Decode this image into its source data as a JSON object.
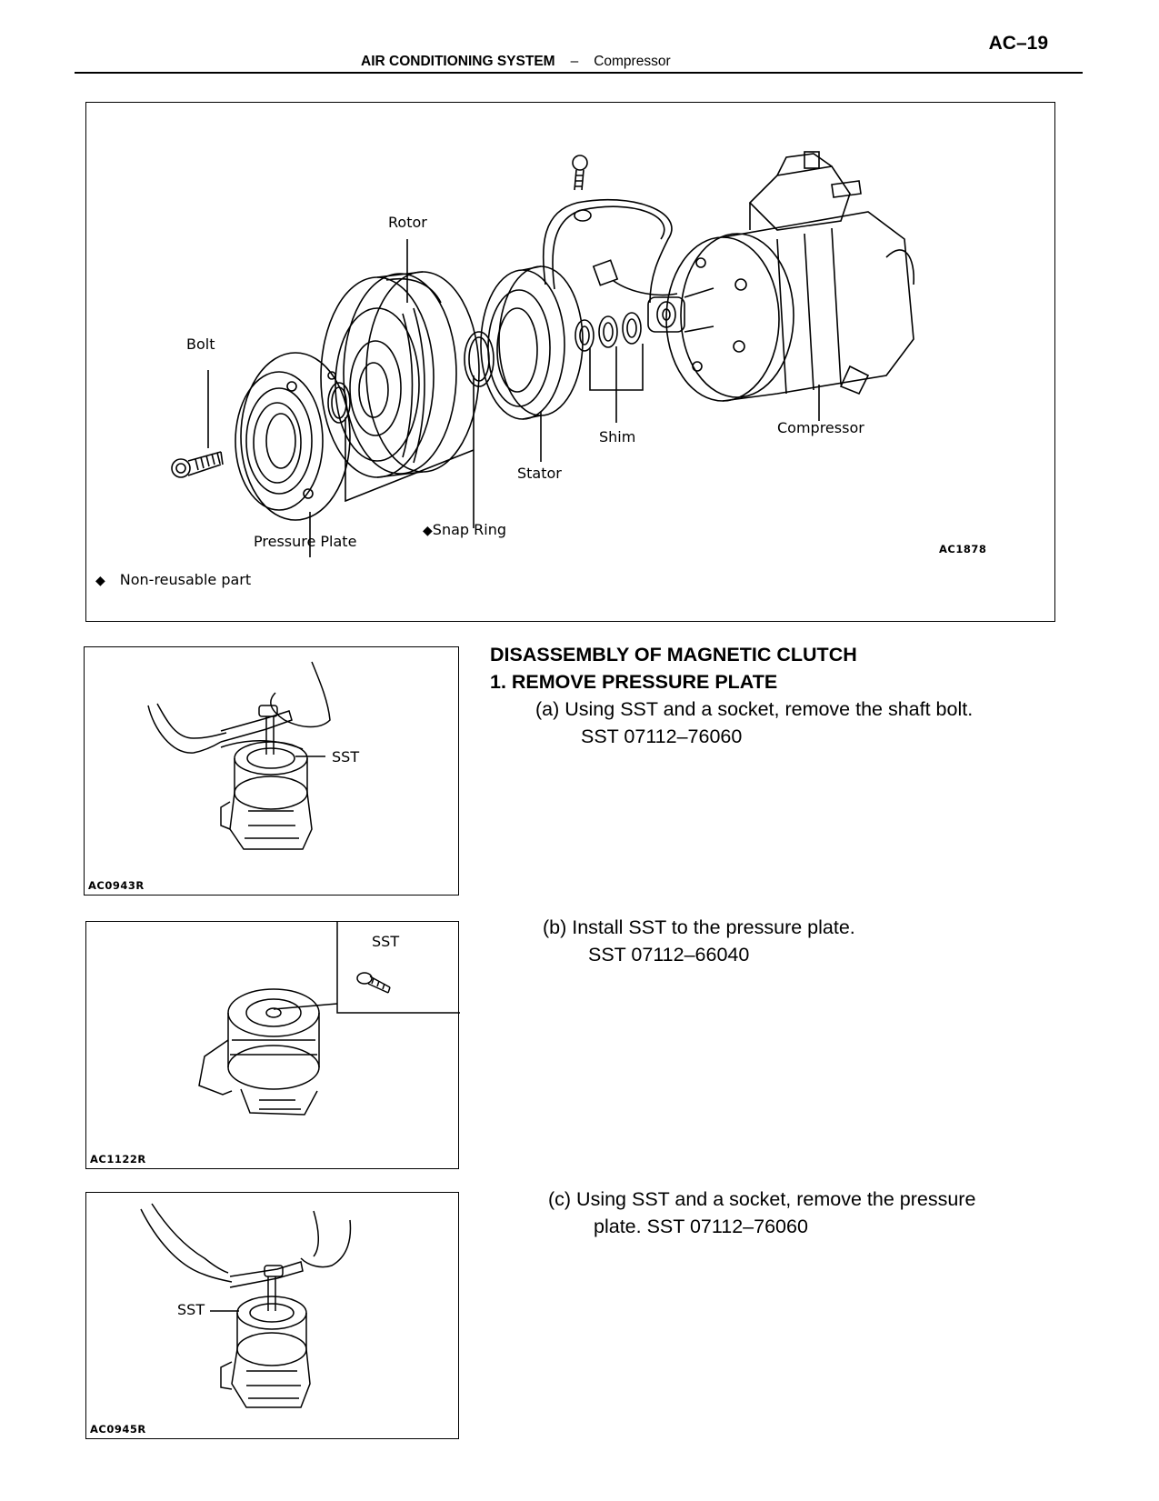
{
  "header": {
    "page_number": "AC–19",
    "section": "AIR CONDITIONING SYSTEM",
    "separator": "–",
    "subsection": "Compressor"
  },
  "main_figure": {
    "labels": {
      "rotor": "Rotor",
      "bolt": "Bolt",
      "compressor": "Compressor",
      "shim": "Shim",
      "stator": "Stator",
      "snap_ring": "Snap Ring",
      "pressure_plate": "Pressure Plate",
      "legend": "Non-reusable part"
    },
    "figure_code": "AC1878",
    "diamond_glyph": "◆"
  },
  "figure_a": {
    "label": "SST",
    "figure_code": "AC0943R"
  },
  "figure_b": {
    "label": "SST",
    "figure_code": "AC1122R"
  },
  "figure_c": {
    "label": "SST",
    "figure_code": "AC0945R"
  },
  "content": {
    "section_title": "DISASSEMBLY OF MAGNETIC CLUTCH",
    "step1_title": "1. REMOVE PRESSURE PLATE",
    "step_a_line1": "(a) Using SST and a socket, remove the shaft bolt.",
    "step_a_line2": "SST 07112–76060",
    "step_b_line1": "(b) Install SST to the pressure plate.",
    "step_b_line2": "SST 07112–66040",
    "step_c_line1": "(c) Using SST and a socket, remove the pressure",
    "step_c_line2": "plate. SST 07112–76060"
  }
}
